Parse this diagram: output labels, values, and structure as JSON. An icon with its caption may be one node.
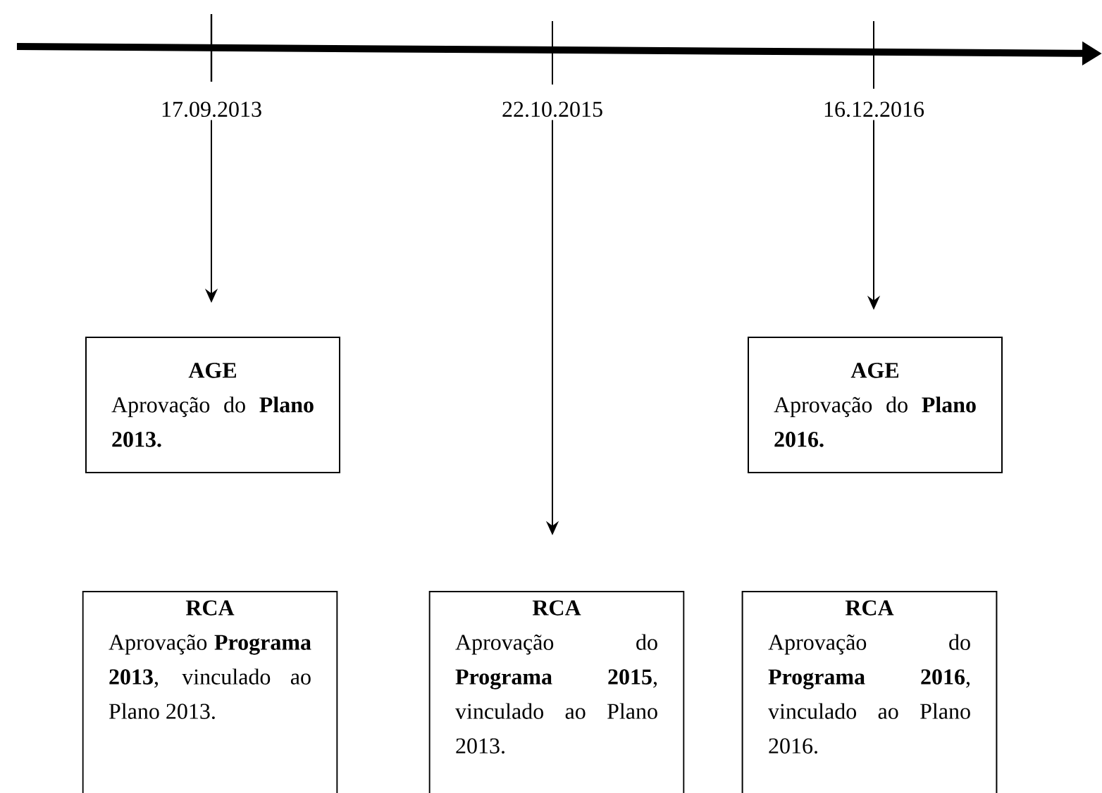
{
  "diagram": {
    "nodes": [
      {
        "text": [
          "17.09.2013"
        ]
      },
      {
        "text": [
          "22.10.2015"
        ]
      },
      {
        "text": [
          "16.12.2016"
        ]
      },
      {
        "text": [
          "AGE",
          "Aprovação do **Plano 2013.**"
        ]
      },
      {
        "text": [
          "AGE",
          "Aprovação do **Plano 2016.**"
        ]
      },
      {
        "text": [
          "RCA",
          "Aprovação **Programa 2013**, vinculado ao Plano 2013."
        ]
      },
      {
        "text": [
          "RCA",
          "Aprovação do **Programa 2015**, vinculado ao Plano 2013."
        ]
      },
      {
        "text": [
          "RCA",
          "Aprovação do **Programa 2016**, vinculado ao Plano 2016."
        ]
      }
    ],
    "edges": [
      {
        "from": 0,
        "to": 3,
        "arrow": "to"
      },
      {
        "from": 1,
        "to": 6,
        "arrow": "to"
      },
      {
        "from": 2,
        "to": 4,
        "arrow": "to"
      }
    ]
  }
}
